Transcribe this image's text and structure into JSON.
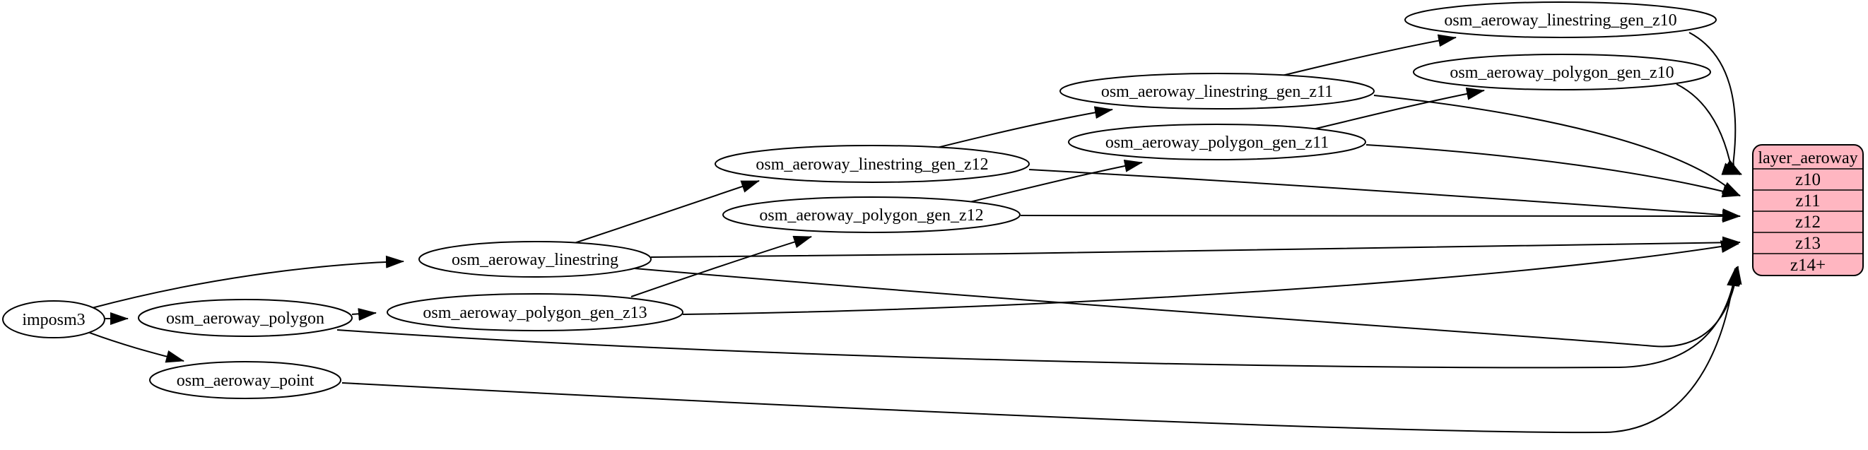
{
  "graph": {
    "nodes": [
      {
        "id": "imposm3",
        "label": "imposm3",
        "shape": "ellipse"
      },
      {
        "id": "osm_aeroway_polygon",
        "label": "osm_aeroway_polygon",
        "shape": "ellipse"
      },
      {
        "id": "osm_aeroway_point",
        "label": "osm_aeroway_point",
        "shape": "ellipse"
      },
      {
        "id": "osm_aeroway_linestring",
        "label": "osm_aeroway_linestring",
        "shape": "ellipse"
      },
      {
        "id": "osm_aeroway_polygon_gen_z13",
        "label": "osm_aeroway_polygon_gen_z13",
        "shape": "ellipse"
      },
      {
        "id": "osm_aeroway_linestring_gen_z12",
        "label": "osm_aeroway_linestring_gen_z12",
        "shape": "ellipse"
      },
      {
        "id": "osm_aeroway_polygon_gen_z12",
        "label": "osm_aeroway_polygon_gen_z12",
        "shape": "ellipse"
      },
      {
        "id": "osm_aeroway_linestring_gen_z11",
        "label": "osm_aeroway_linestring_gen_z11",
        "shape": "ellipse"
      },
      {
        "id": "osm_aeroway_polygon_gen_z11",
        "label": "osm_aeroway_polygon_gen_z11",
        "shape": "ellipse"
      },
      {
        "id": "osm_aeroway_linestring_gen_z10",
        "label": "osm_aeroway_linestring_gen_z10",
        "shape": "ellipse"
      },
      {
        "id": "osm_aeroway_polygon_gen_z10",
        "label": "osm_aeroway_polygon_gen_z10",
        "shape": "ellipse"
      }
    ],
    "table": {
      "title": "layer_aeroway",
      "rows": [
        "z10",
        "z11",
        "z12",
        "z13",
        "z14+"
      ]
    },
    "edges": [
      {
        "from": "imposm3",
        "to": "osm_aeroway_linestring"
      },
      {
        "from": "imposm3",
        "to": "osm_aeroway_polygon"
      },
      {
        "from": "imposm3",
        "to": "osm_aeroway_point"
      },
      {
        "from": "osm_aeroway_polygon",
        "to": "osm_aeroway_polygon_gen_z13"
      },
      {
        "from": "osm_aeroway_linestring",
        "to": "osm_aeroway_linestring_gen_z12"
      },
      {
        "from": "osm_aeroway_polygon_gen_z13",
        "to": "osm_aeroway_polygon_gen_z12"
      },
      {
        "from": "osm_aeroway_linestring_gen_z12",
        "to": "osm_aeroway_linestring_gen_z11"
      },
      {
        "from": "osm_aeroway_polygon_gen_z12",
        "to": "osm_aeroway_polygon_gen_z11"
      },
      {
        "from": "osm_aeroway_linestring_gen_z11",
        "to": "osm_aeroway_linestring_gen_z10"
      },
      {
        "from": "osm_aeroway_polygon_gen_z11",
        "to": "osm_aeroway_polygon_gen_z10"
      },
      {
        "from": "osm_aeroway_linestring_gen_z10",
        "to": "layer_aeroway.z10"
      },
      {
        "from": "osm_aeroway_polygon_gen_z10",
        "to": "layer_aeroway.z10"
      },
      {
        "from": "osm_aeroway_linestring_gen_z11",
        "to": "layer_aeroway.z11"
      },
      {
        "from": "osm_aeroway_polygon_gen_z11",
        "to": "layer_aeroway.z11"
      },
      {
        "from": "osm_aeroway_linestring_gen_z12",
        "to": "layer_aeroway.z12"
      },
      {
        "from": "osm_aeroway_polygon_gen_z12",
        "to": "layer_aeroway.z12"
      },
      {
        "from": "osm_aeroway_linestring",
        "to": "layer_aeroway.z13"
      },
      {
        "from": "osm_aeroway_polygon_gen_z13",
        "to": "layer_aeroway.z13"
      },
      {
        "from": "osm_aeroway_linestring",
        "to": "layer_aeroway.z14+"
      },
      {
        "from": "osm_aeroway_polygon",
        "to": "layer_aeroway.z14+"
      },
      {
        "from": "osm_aeroway_point",
        "to": "layer_aeroway.z14+"
      }
    ],
    "colors": {
      "background": "#ffffff",
      "node_fill": "#ffffff",
      "node_stroke": "#000000",
      "edge_color": "#000000",
      "table_fill": "#ffb6c1",
      "table_stroke": "#000000",
      "text_color": "#000000"
    }
  }
}
